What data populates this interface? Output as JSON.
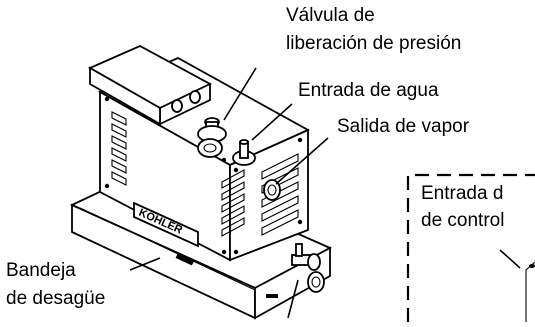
{
  "labels": {
    "relief_valve_line1": "Válvula de",
    "relief_valve_line2": "liberación de presión",
    "water_inlet": "Entrada de agua",
    "steam_outlet": "Salida de vapor",
    "drain_pan_line1": "Bandeja",
    "drain_pan_line2": "de desagüe",
    "control_inlet_line1": "Entrada d",
    "control_inlet_line2": "de control"
  },
  "brand": "KOHLER"
}
